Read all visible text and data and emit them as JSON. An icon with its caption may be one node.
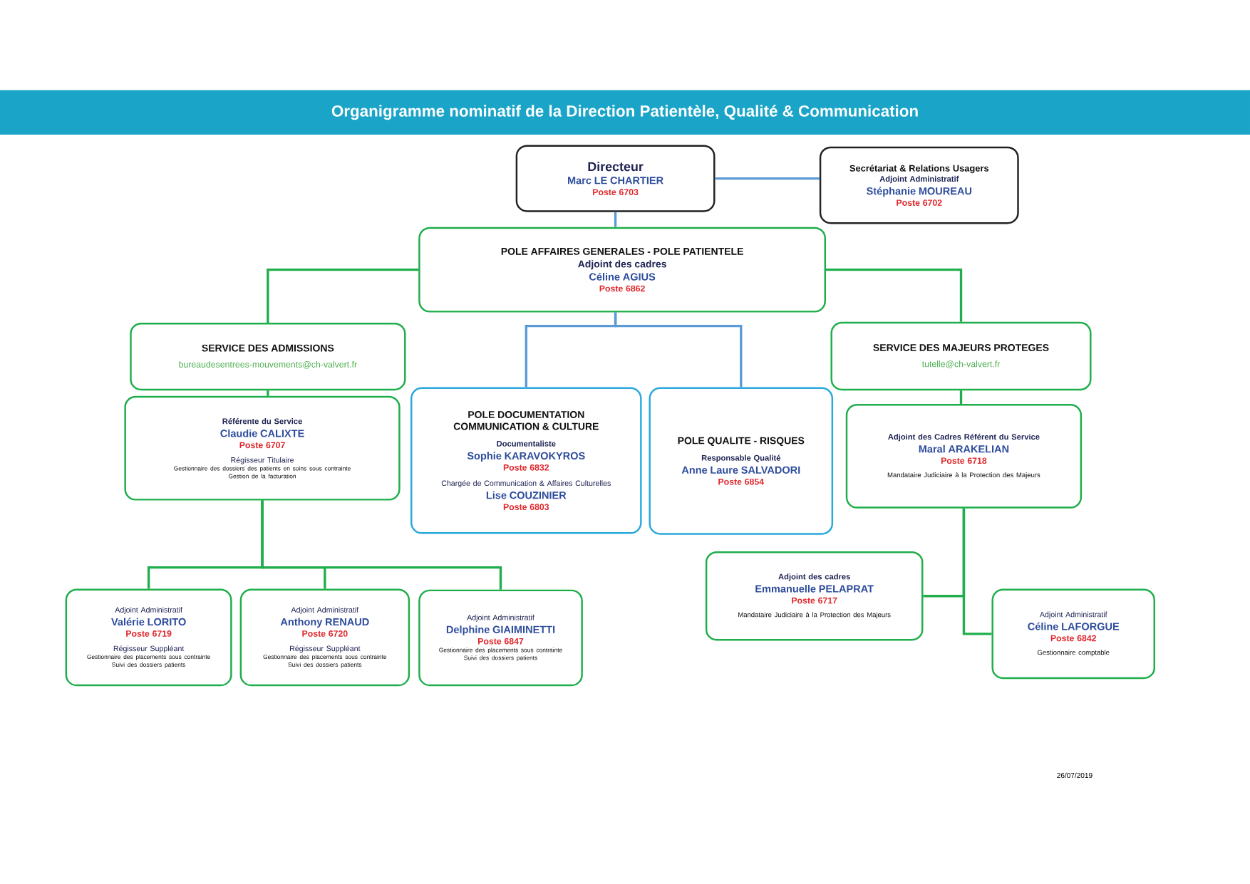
{
  "diagram": {
    "title": "Organigramme nominatif de la Direction Patientèle, Qualité & Communication",
    "nodes": [
      {
        "text": [
          "Directeur",
          "Marc LE CHARTIER",
          "Poste 6703"
        ]
      },
      {
        "text": [
          "Secrétariat & Relations Usagers",
          "Adjoint Administratif",
          "Stéphanie MOUREAU",
          "Poste 6702"
        ]
      },
      {
        "text": [
          "POLE AFFAIRES GENERALES - POLE PATIENTELE",
          "Adjoint des cadres",
          "Céline AGIUS",
          "Poste 6862"
        ]
      },
      {
        "text": [
          "SERVICE DES ADMISSIONS",
          "bureaudesentrees-mouvements@ch-valvert.fr"
        ]
      },
      {
        "text": [
          "Référente du Service",
          "Claudie CALIXTE",
          "Poste 6707",
          "Régisseur Titulaire",
          "Gestionnaire des dossiers des patients en soins sous contrainte",
          "Gestion de la facturation"
        ]
      },
      {
        "text": [
          "POLE DOCUMENTATION COMMUNICATION & CULTURE",
          "Documentaliste",
          "Sophie KARAVOKYROS",
          "Poste 6832",
          "Chargée de Communication & Affaires Culturelles",
          "Lise COUZINIER",
          "Poste 6803"
        ]
      },
      {
        "text": [
          "POLE QUALITE - RISQUES",
          "Responsable Qualité",
          "Anne Laure SALVADORI",
          "Poste 6854"
        ]
      },
      {
        "text": [
          "SERVICE DES MAJEURS PROTEGES",
          "tutelle@ch-valvert.fr"
        ]
      },
      {
        "text": [
          "Adjoint des Cadres Référent du Service",
          "Maral ARAKELIAN",
          "Poste 6718",
          "Mandataire Judiciaire à la Protection des Majeurs"
        ]
      },
      {
        "text": [
          "Adjoint Administratif",
          "Valérie LORITO",
          "Poste 6719",
          "Régisseur Suppléant",
          "Gestionnaire des placements sous contrainte",
          "Suivi des dossiers patients"
        ]
      },
      {
        "text": [
          "Adjoint Administratif",
          "Anthony RENAUD",
          "Poste 6720",
          "Régisseur Suppléant",
          "Gestionnaire des placements sous contrainte",
          "Suivi des dossiers patients"
        ]
      },
      {
        "text": [
          "Adjoint Administratif",
          "Delphine GIAIMINETTI",
          "Poste 6847",
          "Gestionnaire des placements sous contrainte",
          "Suivi des dossiers patients"
        ]
      },
      {
        "text": [
          "Adjoint des cadres",
          "Emmanuelle PELAPRAT",
          "Poste 6717",
          "Mandataire Judiciaire à la Protection des Majeurs"
        ]
      },
      {
        "text": [
          "Adjoint Administratif",
          "Céline LAFORGUE",
          "Poste 6842",
          "Gestionnaire comptable"
        ]
      }
    ],
    "edges": [
      {
        "from": 0,
        "to": 1,
        "arrow": "none",
        "color": "#5b9bd5"
      },
      {
        "from": 0,
        "to": 2,
        "arrow": "none",
        "color": "#5b9bd5"
      },
      {
        "from": 2,
        "to": 3,
        "arrow": "none"
      },
      {
        "from": 2,
        "to": 7,
        "arrow": "none"
      },
      {
        "from": 2,
        "to": 5,
        "arrow": "none",
        "color": "#5b9bd5"
      },
      {
        "from": 2,
        "to": 6,
        "arrow": "none",
        "color": "#5b9bd5"
      },
      {
        "from": 3,
        "to": 4,
        "arrow": "none"
      },
      {
        "from": 4,
        "to": 9,
        "arrow": "none"
      },
      {
        "from": 4,
        "to": 10,
        "arrow": "none"
      },
      {
        "from": 4,
        "to": 11,
        "arrow": "none"
      },
      {
        "from": 7,
        "to": 8,
        "arrow": "none"
      },
      {
        "from": 8,
        "to": 12,
        "arrow": "none"
      },
      {
        "from": 8,
        "to": 13,
        "arrow": "none"
      }
    ],
    "labels": [
      "26/07/2019"
    ]
  }
}
